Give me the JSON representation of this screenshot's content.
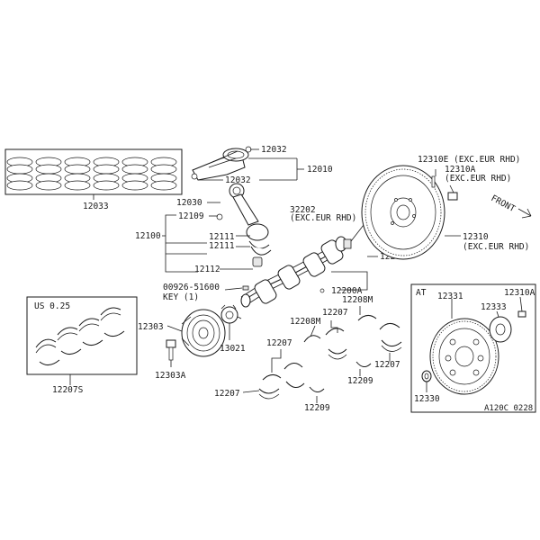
{
  "callouts": {
    "c12033": "12033",
    "c12032_top": "12032",
    "c12032_bottom": "12032",
    "c12010": "12010",
    "c12030": "12030",
    "c12109": "12109",
    "c12100": "12100",
    "c12111_a": "12111",
    "c12111_b": "12111",
    "c12112": "12112",
    "c32202": "32202",
    "c32202_note": "(EXC.EUR RHD)",
    "c12310E": "12310E (EXC.EUR RHD)",
    "c12310A_top": "12310A",
    "c12310A_top_note": "(EXC.EUR RHD)",
    "c12310": "12310",
    "c12310_note": "(EXC.EUR RHD)",
    "c12200": "12200",
    "c12200A": "12200A",
    "c00926": "00926-51600",
    "c00926_key": "KEY (1)",
    "c12303": "12303",
    "c13021": "13021",
    "c12303A": "12303A",
    "c12208M_a": "12208M",
    "c12208M_b": "12208M",
    "c12207_a": "12207",
    "c12207_b": "12207",
    "c12207_c": "12207",
    "c12207_d": "12207",
    "c12209_a": "12209",
    "c12209_b": "12209",
    "c12207S": "12207S",
    "c12331": "12331",
    "c12333": "12333",
    "c12310A_at": "12310A",
    "c12330": "12330"
  },
  "boxes": {
    "us_title": "US 0.25",
    "at_title": "AT"
  },
  "front_label": "FRONT",
  "figure_code": "A120C 0228"
}
